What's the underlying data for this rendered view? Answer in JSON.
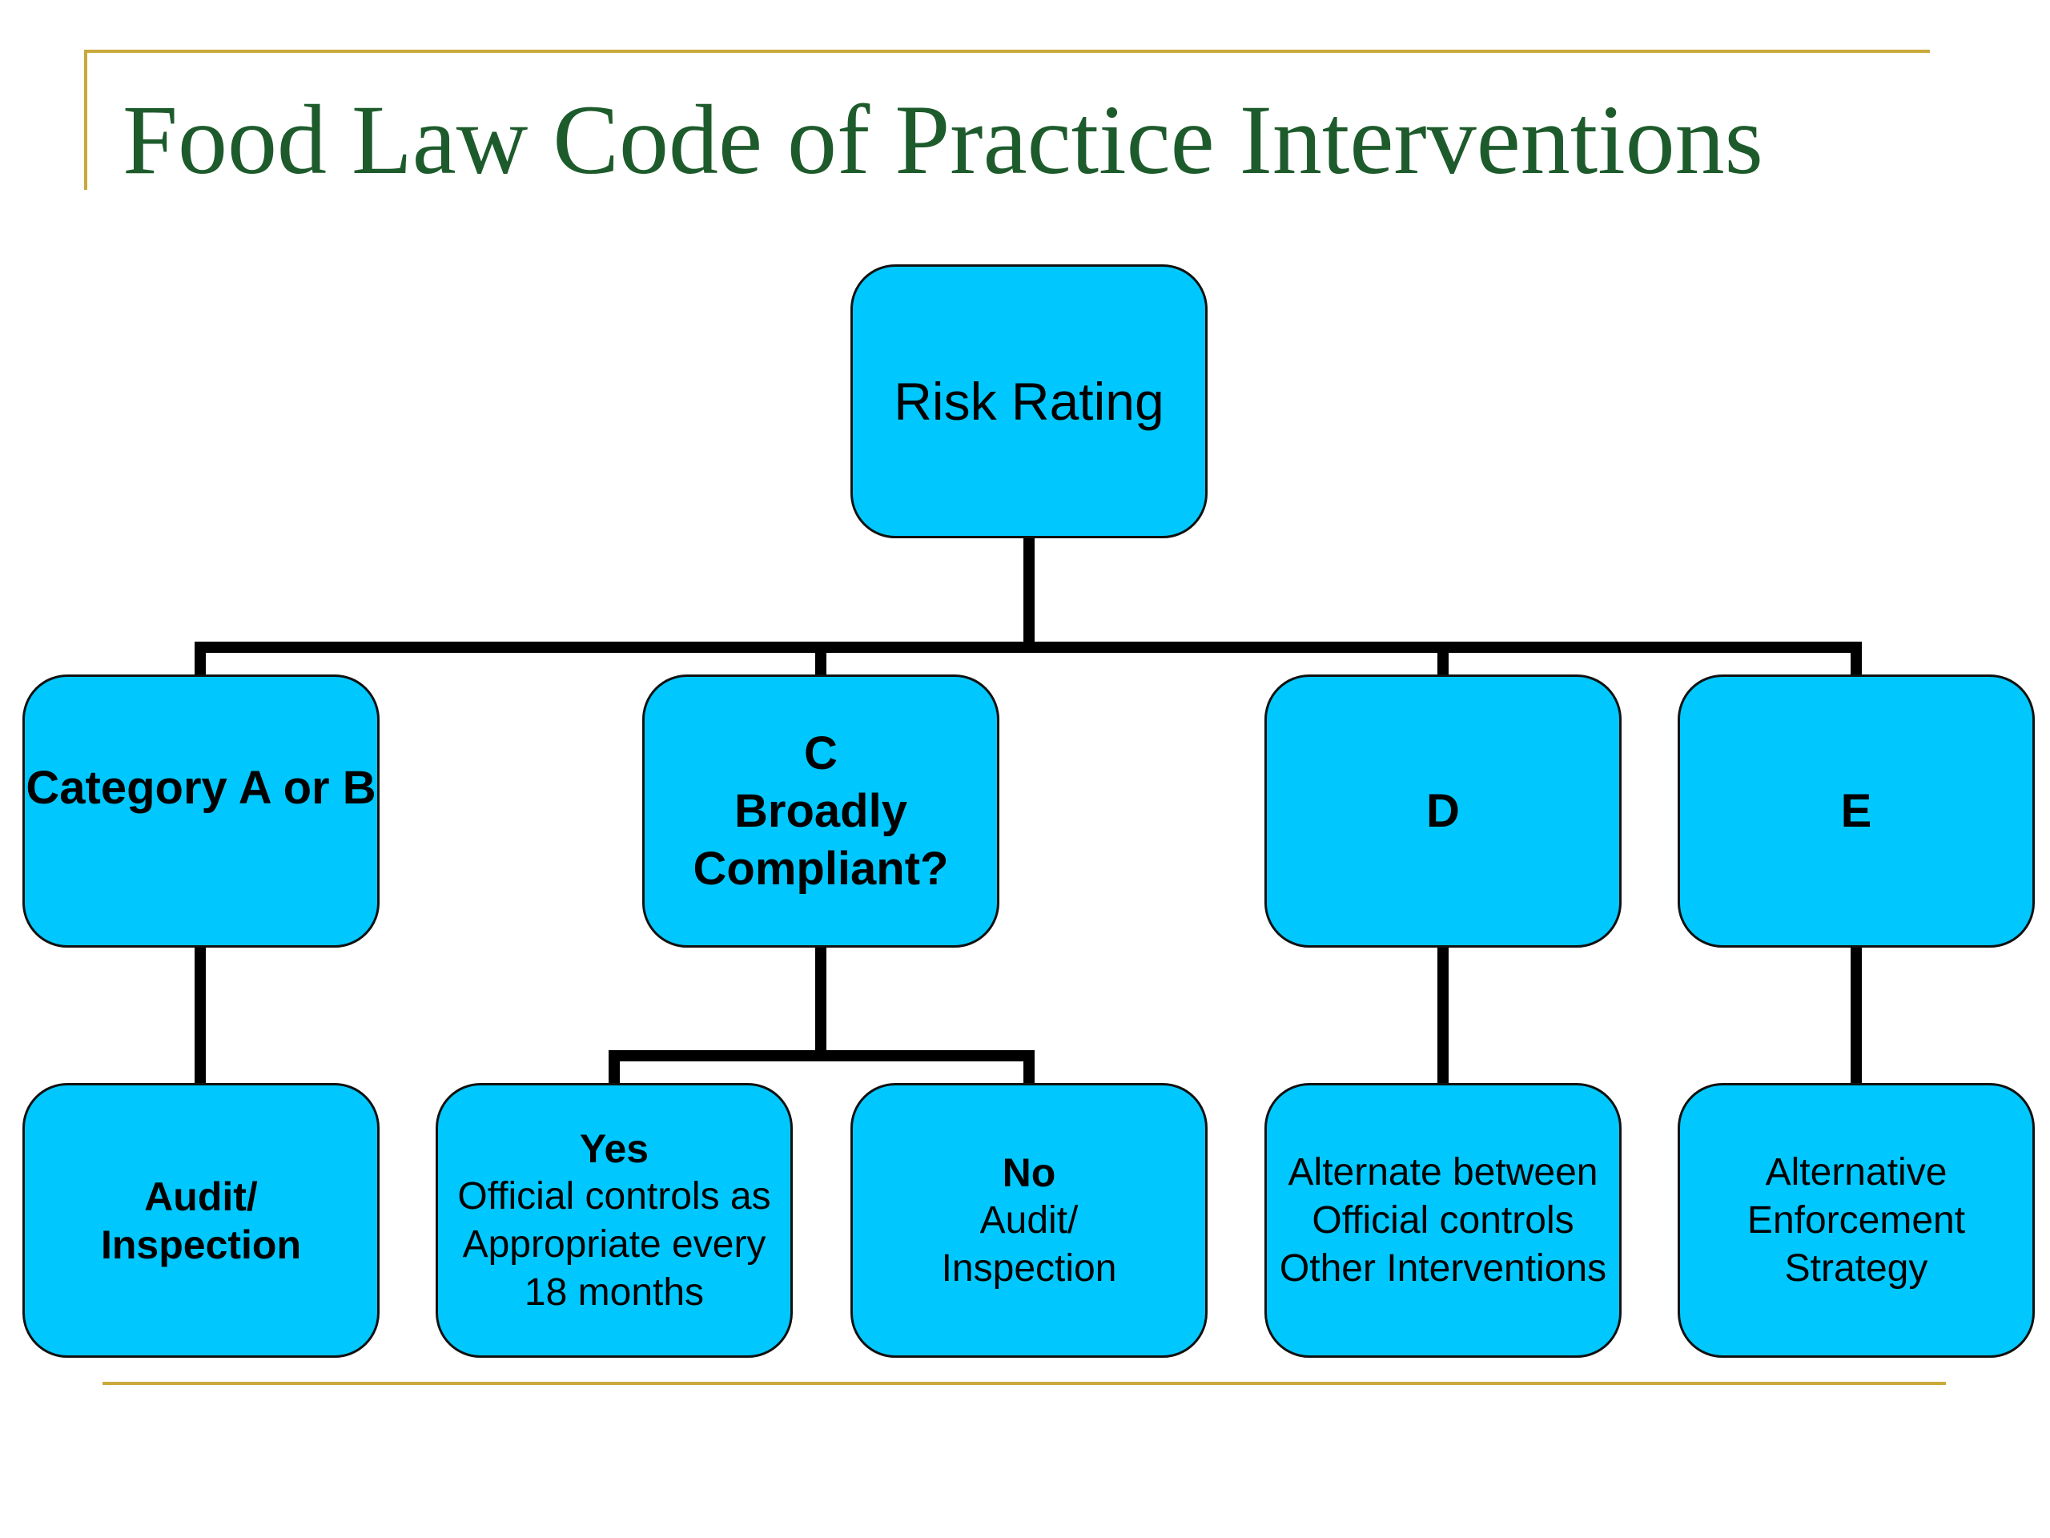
{
  "title": "Food Law Code of Practice Interventions",
  "colors": {
    "box_fill": "#00c8ff",
    "title": "#1e5b2c",
    "rule": "#c9a93c",
    "connector": "#000000"
  },
  "nodes": {
    "risk_rating": {
      "label": "Risk Rating"
    },
    "cat_ab": {
      "label": "Category A or B"
    },
    "cat_c": {
      "line1": "C",
      "line2": "Broadly",
      "line3": "Compliant?"
    },
    "cat_d": {
      "label": "D"
    },
    "cat_e": {
      "label": "E"
    },
    "ab_result": {
      "line1": "Audit/",
      "line2": "Inspection"
    },
    "c_yes": {
      "heading": "Yes",
      "line1": "Official controls as",
      "line2": "Appropriate every",
      "line3": "18 months"
    },
    "c_no": {
      "heading": "No",
      "line1": "Audit/",
      "line2": "Inspection"
    },
    "d_result": {
      "line1": "Alternate between",
      "line2": "Official controls",
      "line3": "Other Interventions"
    },
    "e_result": {
      "line1": "Alternative",
      "line2": "Enforcement",
      "line3": "Strategy"
    }
  }
}
